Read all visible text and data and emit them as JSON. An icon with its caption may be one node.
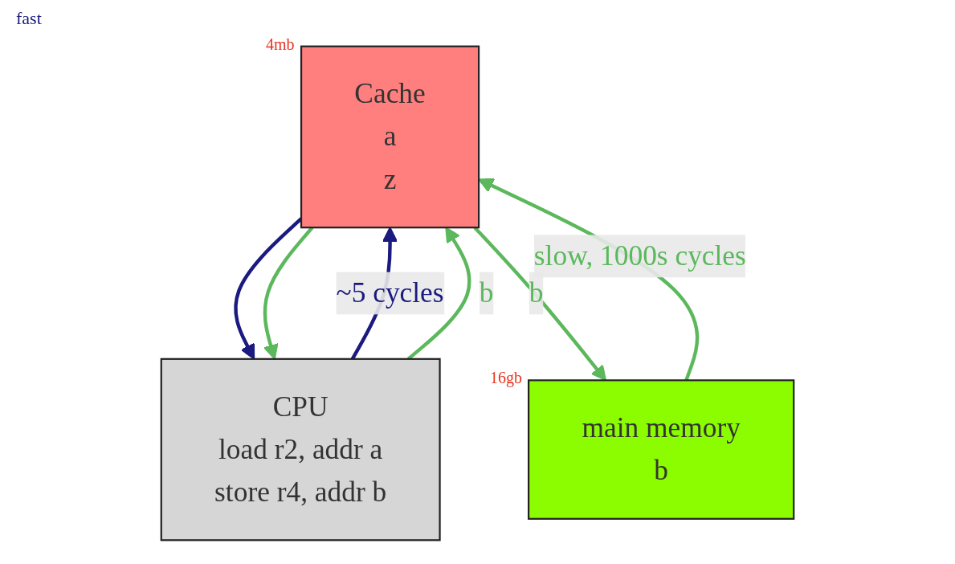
{
  "diagram": {
    "nodes": [
      {
        "text": [
          "Cache",
          "a",
          "z"
        ],
        "beside": [
          "4mb"
        ]
      },
      {
        "text": [
          "CPU",
          "load r2, addr a",
          "store r4, addr b"
        ]
      },
      {
        "text": [
          "main memory",
          "b"
        ],
        "beside": [
          "16gb"
        ]
      }
    ],
    "edges": [
      {
        "from": 1,
        "to": 0,
        "arrow": "to",
        "label": "~5 cycles",
        "color": "#1a1a80"
      },
      {
        "from": 0,
        "to": 1,
        "arrow": "to",
        "color": "#1a1a80"
      },
      {
        "from": 1,
        "to": 0,
        "arrow": "to",
        "label": "b"
      },
      {
        "from": 0,
        "to": 1,
        "arrow": "to"
      },
      {
        "from": 0,
        "to": 2,
        "arrow": "to",
        "label": "b"
      },
      {
        "from": 2,
        "to": 0,
        "arrow": "to",
        "label": "slow, 1000s cycles"
      }
    ],
    "labels": [
      "fast"
    ]
  }
}
